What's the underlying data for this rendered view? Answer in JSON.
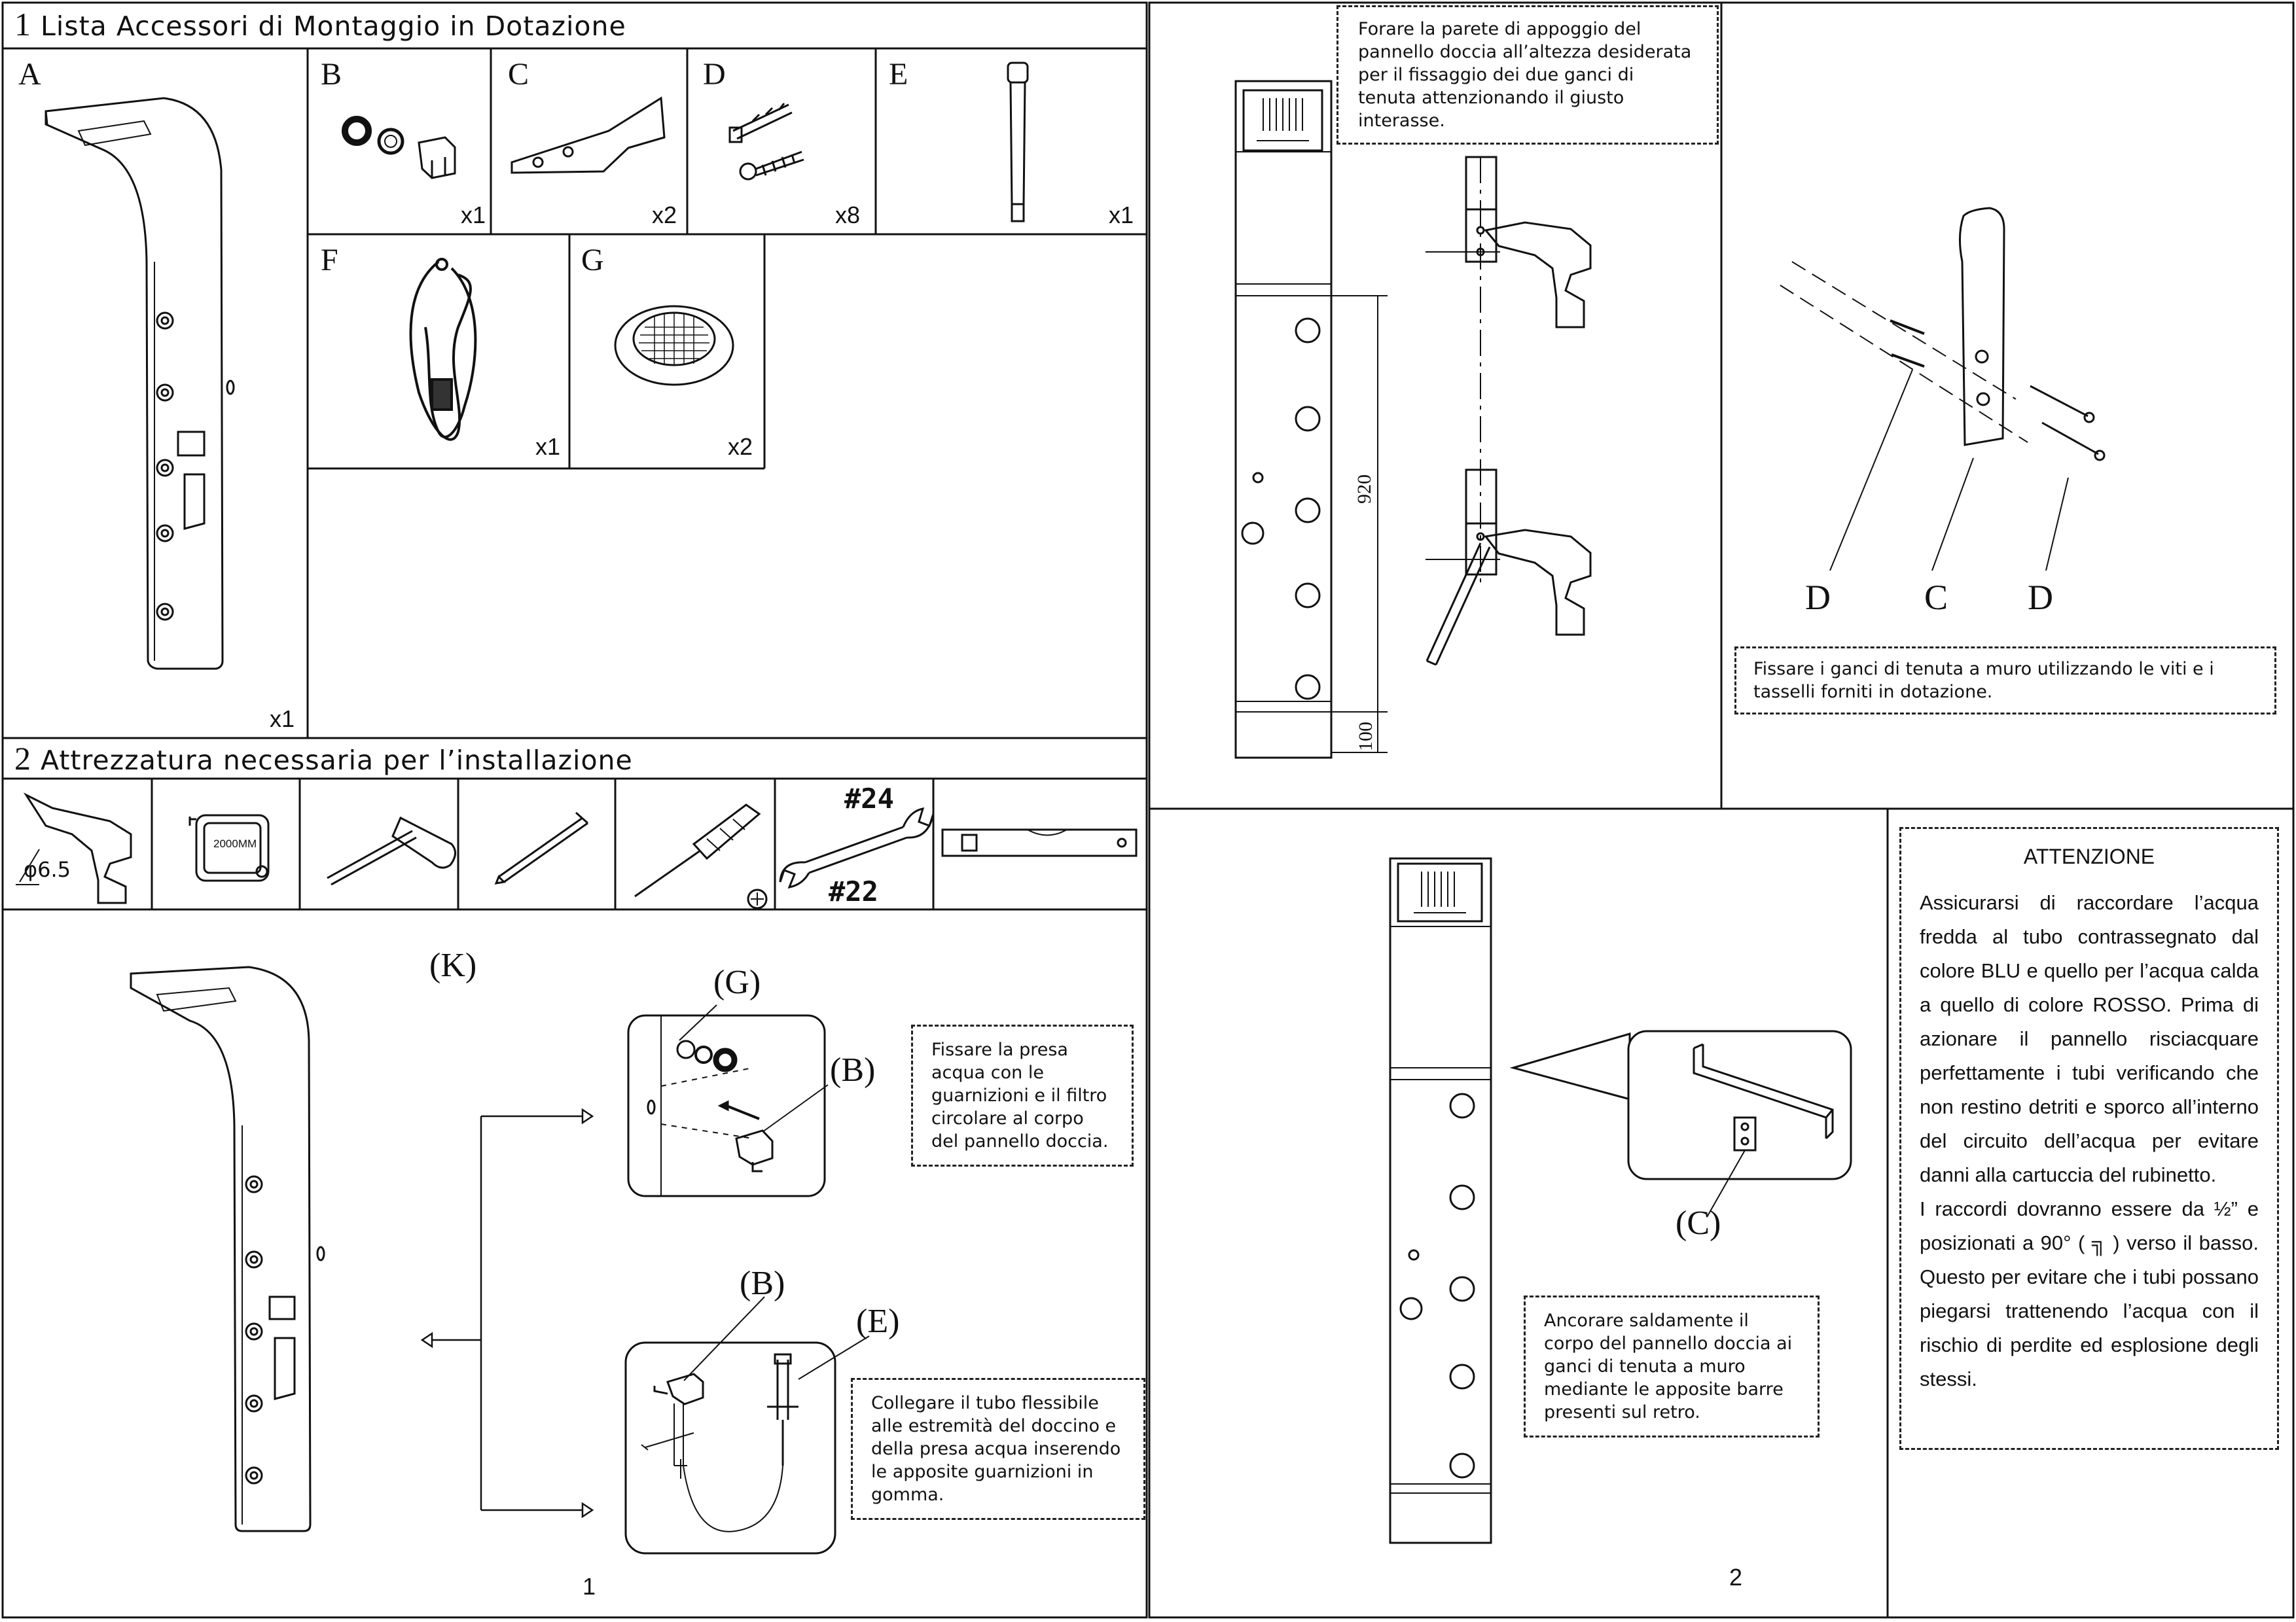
{
  "page1": {
    "section1": {
      "num": "1",
      "title": "Lista Accessori di Montaggio in Dotazione"
    },
    "section2": {
      "num": "2",
      "title": "Attrezzatura necessaria per l’installazione"
    },
    "accessories": [
      {
        "letter": "A",
        "qty": "x1"
      },
      {
        "letter": "B",
        "qty": "x1"
      },
      {
        "letter": "C",
        "qty": "x2"
      },
      {
        "letter": "D",
        "qty": "x8"
      },
      {
        "letter": "E",
        "qty": "x1"
      },
      {
        "letter": "F",
        "qty": "x1"
      },
      {
        "letter": "G",
        "qty": "x2"
      }
    ],
    "tools": {
      "drill_size": "φ6.5",
      "tape_label": "2000MM",
      "wrench_top": "#24",
      "wrench_bottom": "#22"
    },
    "callouts": {
      "k": "(K)",
      "g": "(G)",
      "b1": "(B)",
      "b2": "(B)",
      "e": "(E)"
    },
    "note_filter": "Fissare la presa acqua con le guarnizioni e il filtro circolare al corpo del pannello doccia.",
    "note_hose": "Collegare il tubo flessibile alle estremità del doccino e della presa acqua inserendo le apposite guarnizioni in gomma.",
    "page_number": "1"
  },
  "page2": {
    "note_drill": "Forare la parete di appoggio del pannello doccia all’altezza desiderata per il fissaggio dei due ganci di tenuta attenzionando il giusto interasse.",
    "dim_920": "920",
    "dim_100": "100",
    "labels_dcd": [
      "D",
      "C",
      "D"
    ],
    "note_hooks": "Fissare i ganci di tenuta a muro utilizzando le viti e i tasselli forniti in dotazione.",
    "callout_c": "(C)",
    "note_anchor": "Ancorare saldamente il corpo del pannello doccia ai ganci di tenuta a muro mediante le apposite barre presenti sul retro.",
    "attention": {
      "title": "ATTENZIONE",
      "p1": "Assicurarsi di raccordare l’acqua fredda al tubo contrassegnato dal colore BLU e quello per l’acqua calda a quello di colore ROSSO. Prima di azionare il pannello risciacquare perfettamente i tubi verificando che non restino detriti e sporco all’interno del circuito dell’acqua per evitare danni alla cartuccia del rubinetto.",
      "p2": "I raccordi dovranno essere da ½” e posizionati a 90° ( ╗ ) verso il basso. Questo per evitare che i tubi possano piegarsi trattenendo l’acqua con il rischio di perdite ed esplosione degli stessi."
    },
    "page_number": "2"
  }
}
